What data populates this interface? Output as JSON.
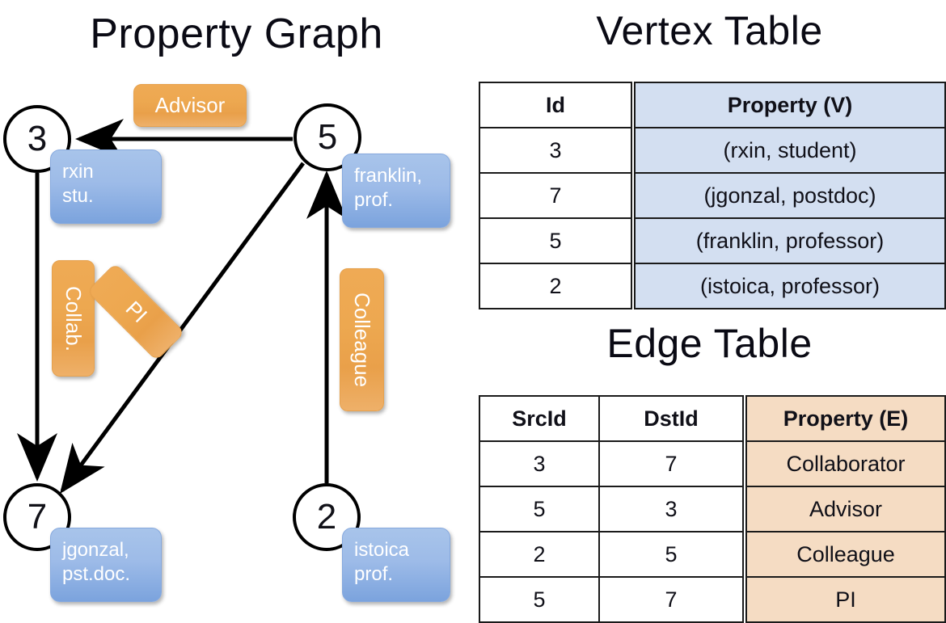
{
  "titles": {
    "property_graph": "Property Graph",
    "vertex_table": "Vertex Table",
    "edge_table": "Edge Table"
  },
  "graph": {
    "vertices": [
      {
        "id": "3",
        "label": "rxin\nstu."
      },
      {
        "id": "5",
        "label": "franklin,\nprof."
      },
      {
        "id": "7",
        "label": "jgonzal,\npst.doc."
      },
      {
        "id": "2",
        "label": "istoica\nprof."
      }
    ],
    "edge_labels": {
      "advisor": "Advisor",
      "collab": "Collab.",
      "pi": "PI",
      "colleague": "Colleague"
    }
  },
  "vertex_table": {
    "headers": {
      "id": "Id",
      "property": "Property (V)"
    },
    "rows": [
      {
        "id": "3",
        "property": "(rxin, student)"
      },
      {
        "id": "7",
        "property": "(jgonzal, postdoc)"
      },
      {
        "id": "5",
        "property": "(franklin, professor)"
      },
      {
        "id": "2",
        "property": "(istoica, professor)"
      }
    ]
  },
  "edge_table": {
    "headers": {
      "src": "SrcId",
      "dst": "DstId",
      "property": "Property (E)"
    },
    "rows": [
      {
        "src": "3",
        "dst": "7",
        "property": "Collaborator"
      },
      {
        "src": "5",
        "dst": "3",
        "property": "Advisor"
      },
      {
        "src": "2",
        "dst": "5",
        "property": "Colleague"
      },
      {
        "src": "5",
        "dst": "7",
        "property": "PI"
      }
    ]
  },
  "colors": {
    "vertex_property_fill": "#9dbbe8",
    "edge_property_fill": "#eda850",
    "vertex_table_fill": "#d3dff1",
    "edge_table_fill": "#f5dcc3",
    "stroke": "#000000"
  }
}
